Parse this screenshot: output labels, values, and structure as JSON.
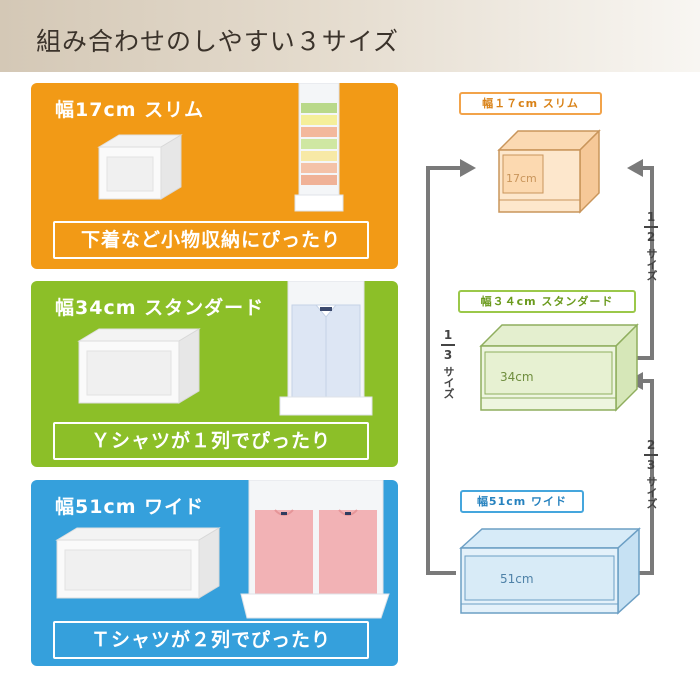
{
  "header": {
    "title": "組み合わせのしやすい３サイズ"
  },
  "panels": {
    "slim": {
      "title": "幅17cm スリム",
      "caption": "下着など小物収納にぴったり"
    },
    "standard": {
      "title": "幅34cm スタンダード",
      "caption": "Ｙシャツが１列でぴったり"
    },
    "wide": {
      "title": "幅51cm ワイド",
      "caption": "Ｔシャツが２列でぴったり"
    }
  },
  "diagram": {
    "labels": {
      "slim": "幅１７cm スリム",
      "standard": "幅３４cm スタンダード",
      "wide": "幅51cm ワイド"
    },
    "box_sizes": {
      "slim": "17cm",
      "standard": "34cm",
      "wide": "51cm"
    },
    "fractions": {
      "half": {
        "numerator": "1",
        "denominator": "2",
        "suffix": "サイズ"
      },
      "third": {
        "numerator": "1",
        "denominator": "3",
        "suffix": "サイズ"
      },
      "two_thirds": {
        "numerator": "2",
        "denominator": "3",
        "suffix": "サイズ"
      }
    }
  },
  "colors": {
    "slim": "#f29a16",
    "standard": "#8cbf28",
    "wide": "#35a0dc",
    "arrow": "#7a7a7a"
  }
}
